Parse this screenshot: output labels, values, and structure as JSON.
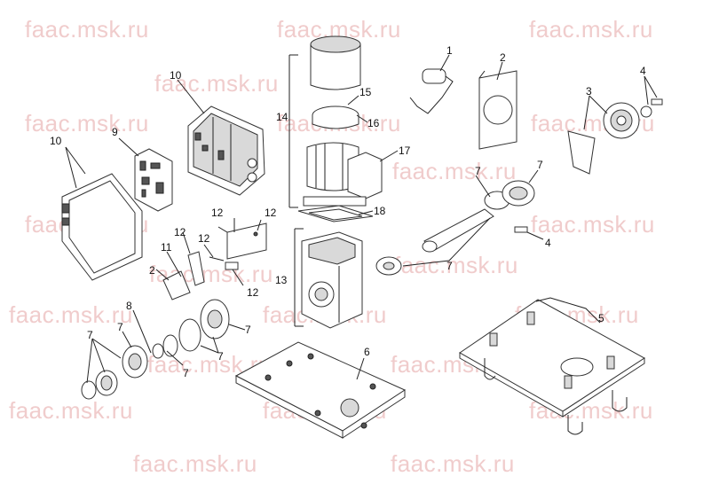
{
  "watermark": "faac.msk.ru",
  "callouts": {
    "c1": "1",
    "c2a": "2",
    "c2b": "2",
    "c3": "3",
    "c4a": "4",
    "c4b": "4",
    "c5": "5",
    "c6": "6",
    "c7a": "7",
    "c7b": "7",
    "c7c": "7",
    "c7d": "7",
    "c7e": "7",
    "c7f": "7",
    "c7g": "7",
    "c7h": "7",
    "c8": "8",
    "c9": "9",
    "c10a": "10",
    "c10b": "10",
    "c11": "11",
    "c12a": "12",
    "c12b": "12",
    "c12c": "12",
    "c12d": "12",
    "c12e": "12",
    "c13": "13",
    "c14": "14",
    "c15": "15",
    "c16": "16",
    "c17": "17",
    "c18": "18"
  }
}
